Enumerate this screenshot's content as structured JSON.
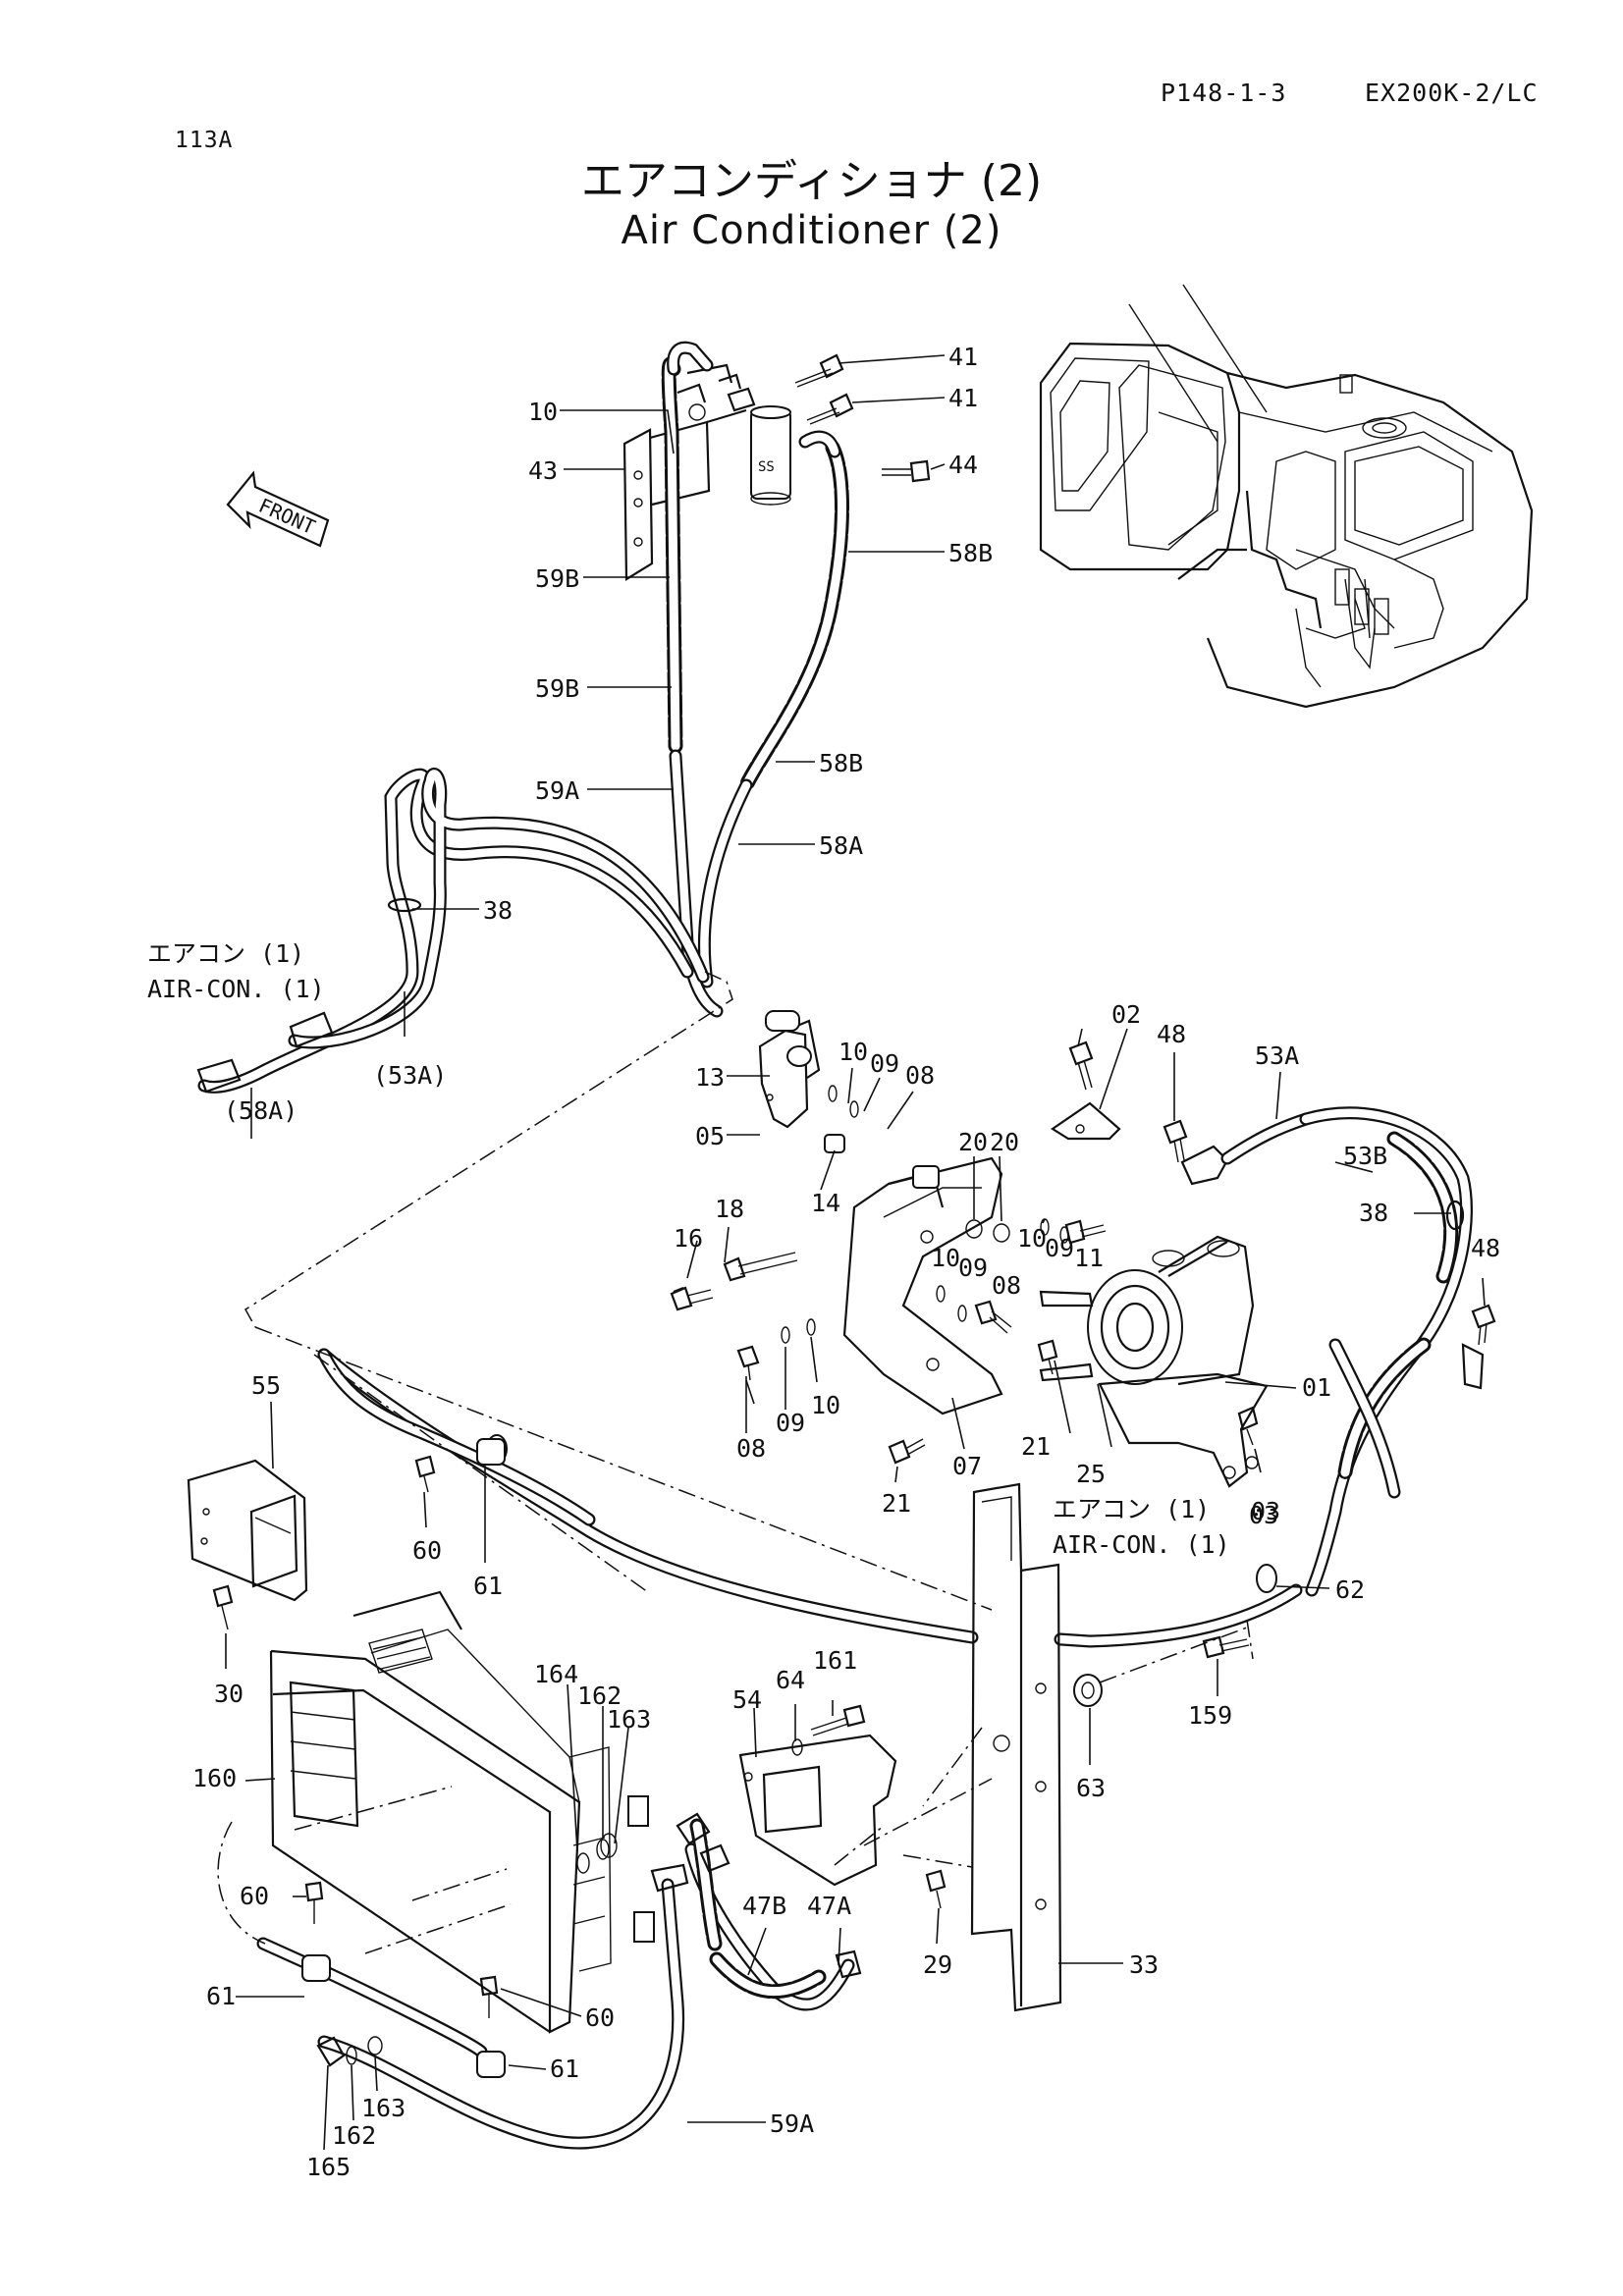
{
  "header": {
    "page_ref": "P148-1-3",
    "model": "EX200K-2/LC",
    "fig_no": "113A"
  },
  "title": {
    "jp": "エアコンディショナ (2)",
    "en": "Air Conditioner (2)"
  },
  "direction_label": "FRONT",
  "refs": {
    "aircon1_jp": "エアコン (1)",
    "aircon1_en": "AIR-CON. (1)"
  },
  "callouts": [
    "10",
    "43",
    "59B",
    "59B",
    "59A",
    "38",
    "(53A)",
    "(58A)",
    "41",
    "41",
    "44",
    "58B",
    "58B",
    "58A",
    "13",
    "05",
    "10",
    "09",
    "08",
    "14",
    "16",
    "18",
    "20",
    "20",
    "10",
    "09",
    "11",
    "10",
    "09",
    "08",
    "08",
    "09",
    "10",
    "07",
    "21",
    "21",
    "25",
    "03",
    "02",
    "48",
    "53A",
    "53B",
    "38",
    "48",
    "01",
    "03",
    "55",
    "60",
    "61",
    "30",
    "62",
    "159",
    "63",
    "33",
    "64",
    "161",
    "54",
    "29",
    "47A",
    "47B",
    "164",
    "162",
    "163",
    "160",
    "60",
    "61",
    "60",
    "61",
    "163",
    "162",
    "165",
    "59A"
  ]
}
